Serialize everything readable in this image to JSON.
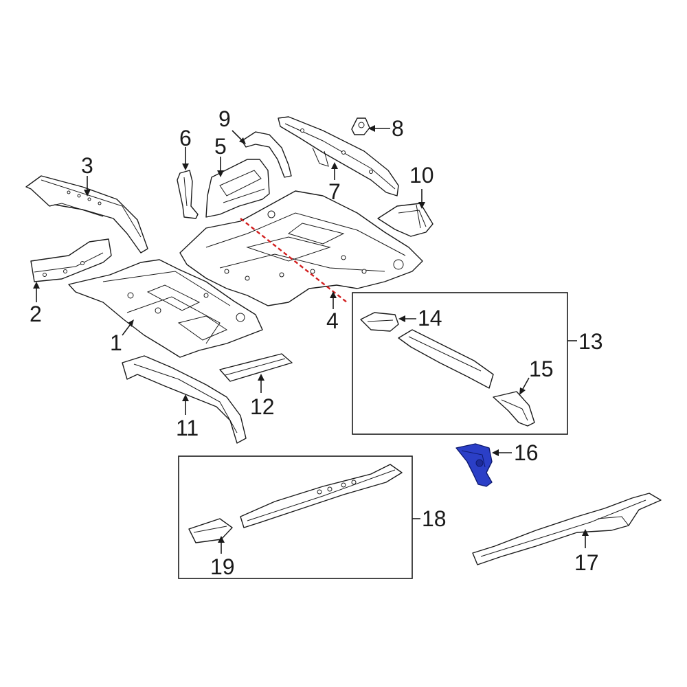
{
  "callouts": {
    "c1": "1",
    "c2": "2",
    "c3": "3",
    "c4": "4",
    "c5": "5",
    "c6": "6",
    "c7": "7",
    "c8": "8",
    "c9": "9",
    "c10": "10",
    "c11": "11",
    "c12": "12",
    "c13": "13",
    "c14": "14",
    "c15": "15",
    "c16": "16",
    "c17": "17",
    "c18": "18",
    "c19": "19"
  },
  "colors": {
    "highlight": "#2b3fc7",
    "cut_line": "#d21f1f",
    "line_art": "#1a1a1a"
  },
  "highlighted_part": "16"
}
